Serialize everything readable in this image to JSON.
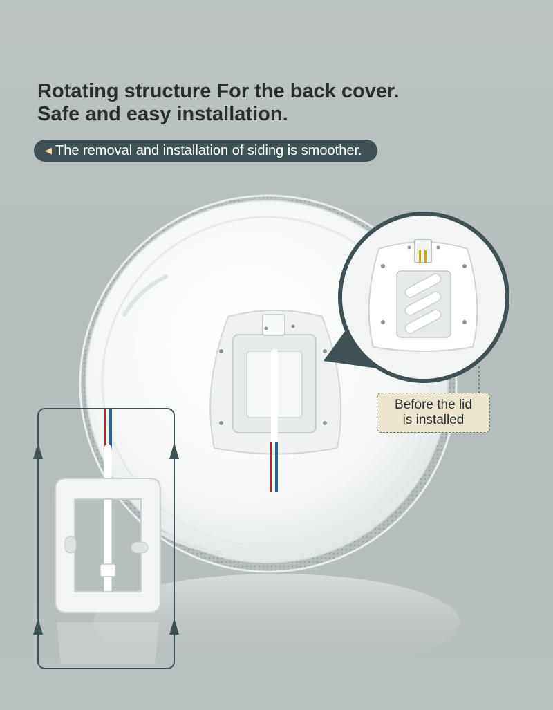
{
  "headline": {
    "line1": "Rotating structure For the back cover.",
    "line2": "Safe and easy installation."
  },
  "pill": {
    "arrow_icon": "triangle-left-icon",
    "text": "The removal and installation of siding is smoother."
  },
  "callout": {
    "line1": "Before the lid",
    "line2": "is installed"
  },
  "colors": {
    "background": "#b8bfbf",
    "pill_bg": "#3f5152",
    "pill_arrow": "#f2d6a8",
    "magnifier_ring": "#3f5152",
    "callout_bg": "#ebe5cf",
    "frame_stroke": "#3f5152"
  },
  "icons": {
    "frame_arrows": "arrow-up-icon"
  }
}
